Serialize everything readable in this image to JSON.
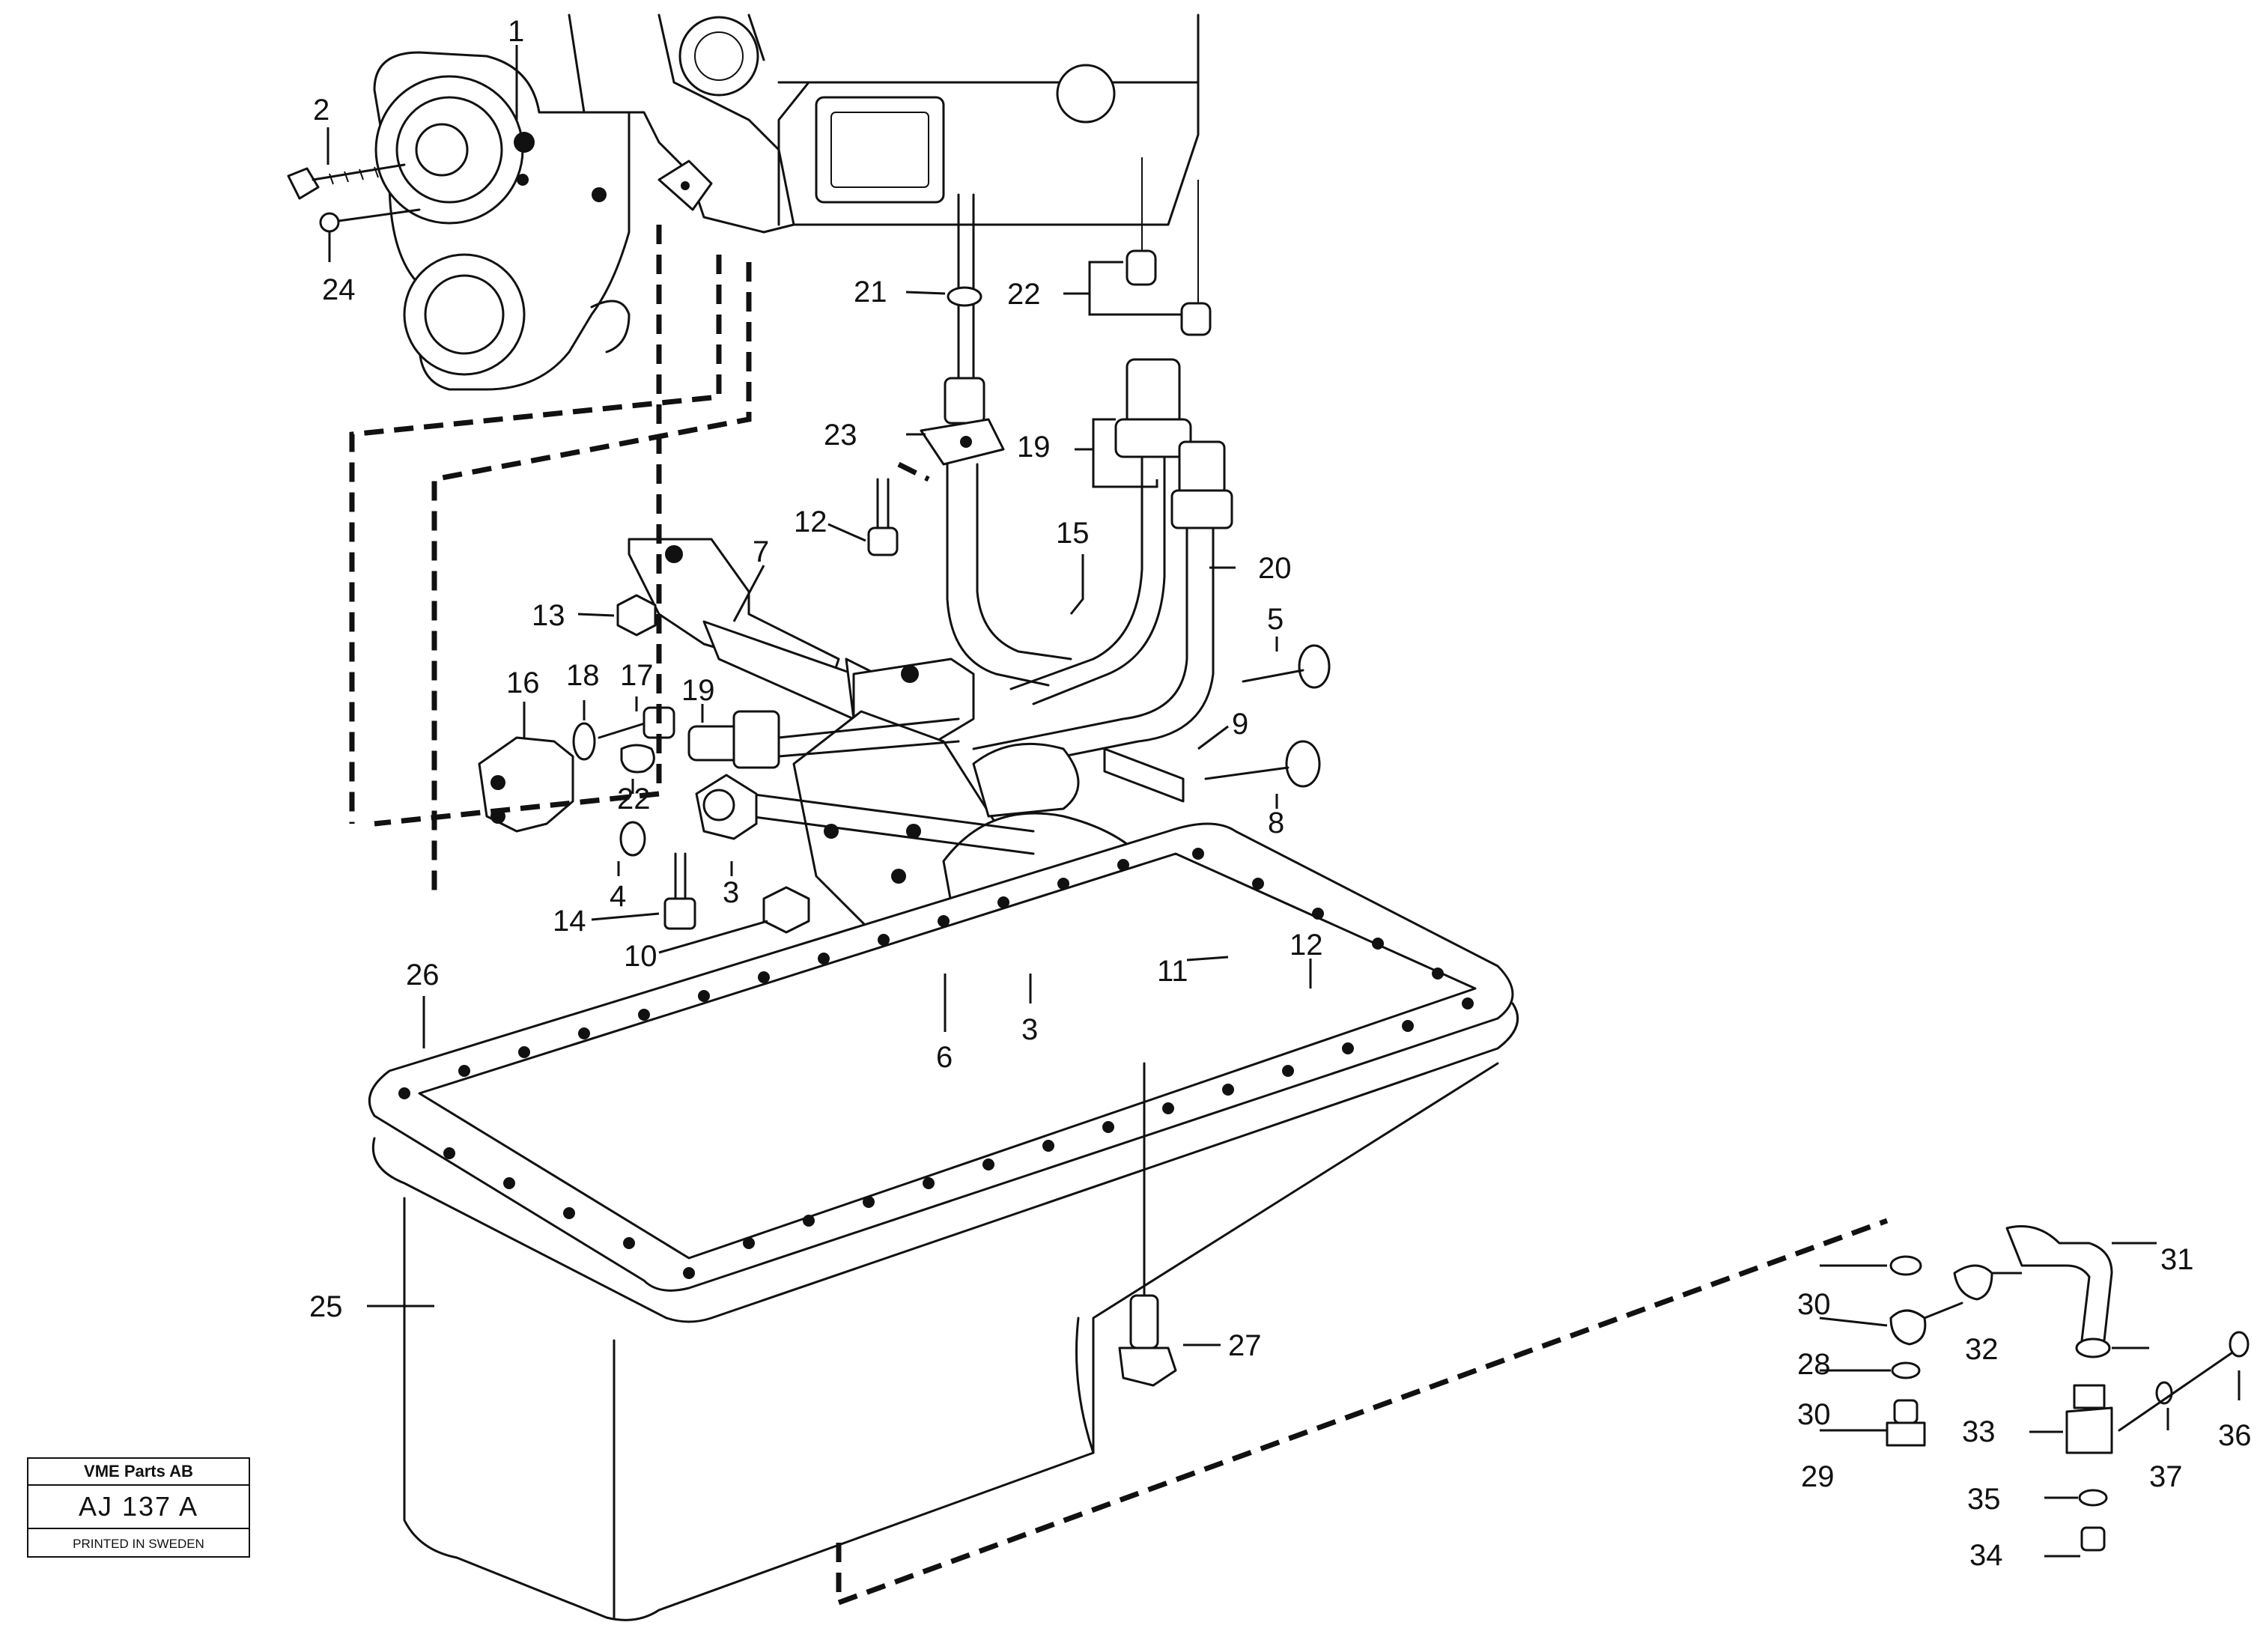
{
  "title_block": {
    "company": "VME Parts AB",
    "code": "AJ 137 A",
    "printed": "PRINTED IN SWEDEN"
  },
  "callouts": [
    "1",
    "2",
    "24",
    "21",
    "22",
    "23",
    "12",
    "19",
    "15",
    "20",
    "7",
    "13",
    "5",
    "16",
    "18",
    "17",
    "19",
    "9",
    "22",
    "8",
    "4",
    "3",
    "14",
    "10",
    "11",
    "12",
    "26",
    "6",
    "3",
    "25",
    "27",
    "30",
    "28",
    "30",
    "29",
    "31",
    "32",
    "33",
    "37",
    "36",
    "35",
    "34"
  ]
}
